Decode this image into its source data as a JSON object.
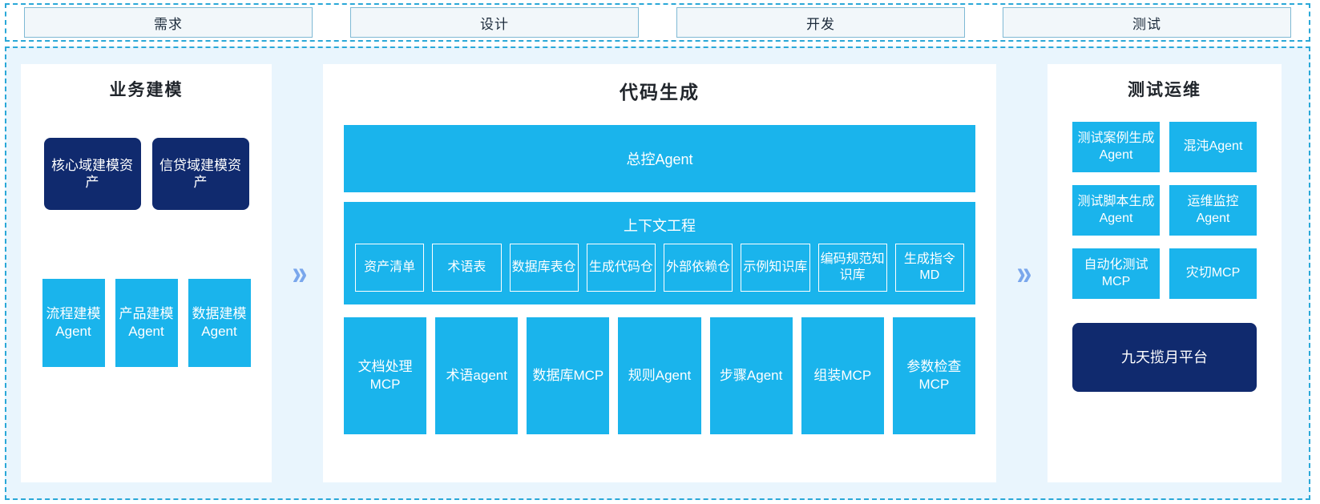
{
  "phases": {
    "items": [
      {
        "label": "需求"
      },
      {
        "label": "设计"
      },
      {
        "label": "开发"
      },
      {
        "label": "测试"
      }
    ]
  },
  "colors": {
    "cyan": "#1ab4ec",
    "navy": "#102a6e",
    "region_bg": "#e9f5fd",
    "dashed_border": "#2aa8d8",
    "chevron": "#7aa7ec",
    "phase_box_bg": "#f2f7fa",
    "phase_box_border": "#7fb9d4"
  },
  "left_panel": {
    "title": "业务建模",
    "assets": [
      {
        "label": "核心域建模资产"
      },
      {
        "label": "信贷域建模资产"
      }
    ],
    "agents": [
      {
        "label": "流程建模Agent"
      },
      {
        "label": "产品建模Agent"
      },
      {
        "label": "数据建模Agent"
      }
    ]
  },
  "arrows": {
    "glyph": "»",
    "left_to_mid": "»",
    "mid_to_right": "»"
  },
  "mid_panel": {
    "title": "代码生成",
    "banner": "总控Agent",
    "context": {
      "title": "上下文工程",
      "items": [
        {
          "label": "资产清单"
        },
        {
          "label": "术语表"
        },
        {
          "label": "数据库表仓"
        },
        {
          "label": "生成代码仓"
        },
        {
          "label": "外部依赖仓"
        },
        {
          "label": "示例知识库"
        },
        {
          "label": "编码规范知识库"
        },
        {
          "label": "生成指令MD"
        }
      ]
    },
    "tools": [
      {
        "label": "文档处理MCP"
      },
      {
        "label": "术语agent"
      },
      {
        "label": "数据库MCP"
      },
      {
        "label": "规则Agent"
      },
      {
        "label": "步骤Agent"
      },
      {
        "label": "组装MCP"
      },
      {
        "label": "参数检查MCP"
      }
    ]
  },
  "right_panel": {
    "title": "测试运维",
    "items": [
      {
        "label": "测试案例生成Agent"
      },
      {
        "label": "混沌Agent"
      },
      {
        "label": "测试脚本生成Agent"
      },
      {
        "label": "运维监控Agent"
      },
      {
        "label": "自动化测试MCP"
      },
      {
        "label": "灾切MCP"
      }
    ],
    "platform": {
      "label": "九天揽月平台"
    }
  }
}
